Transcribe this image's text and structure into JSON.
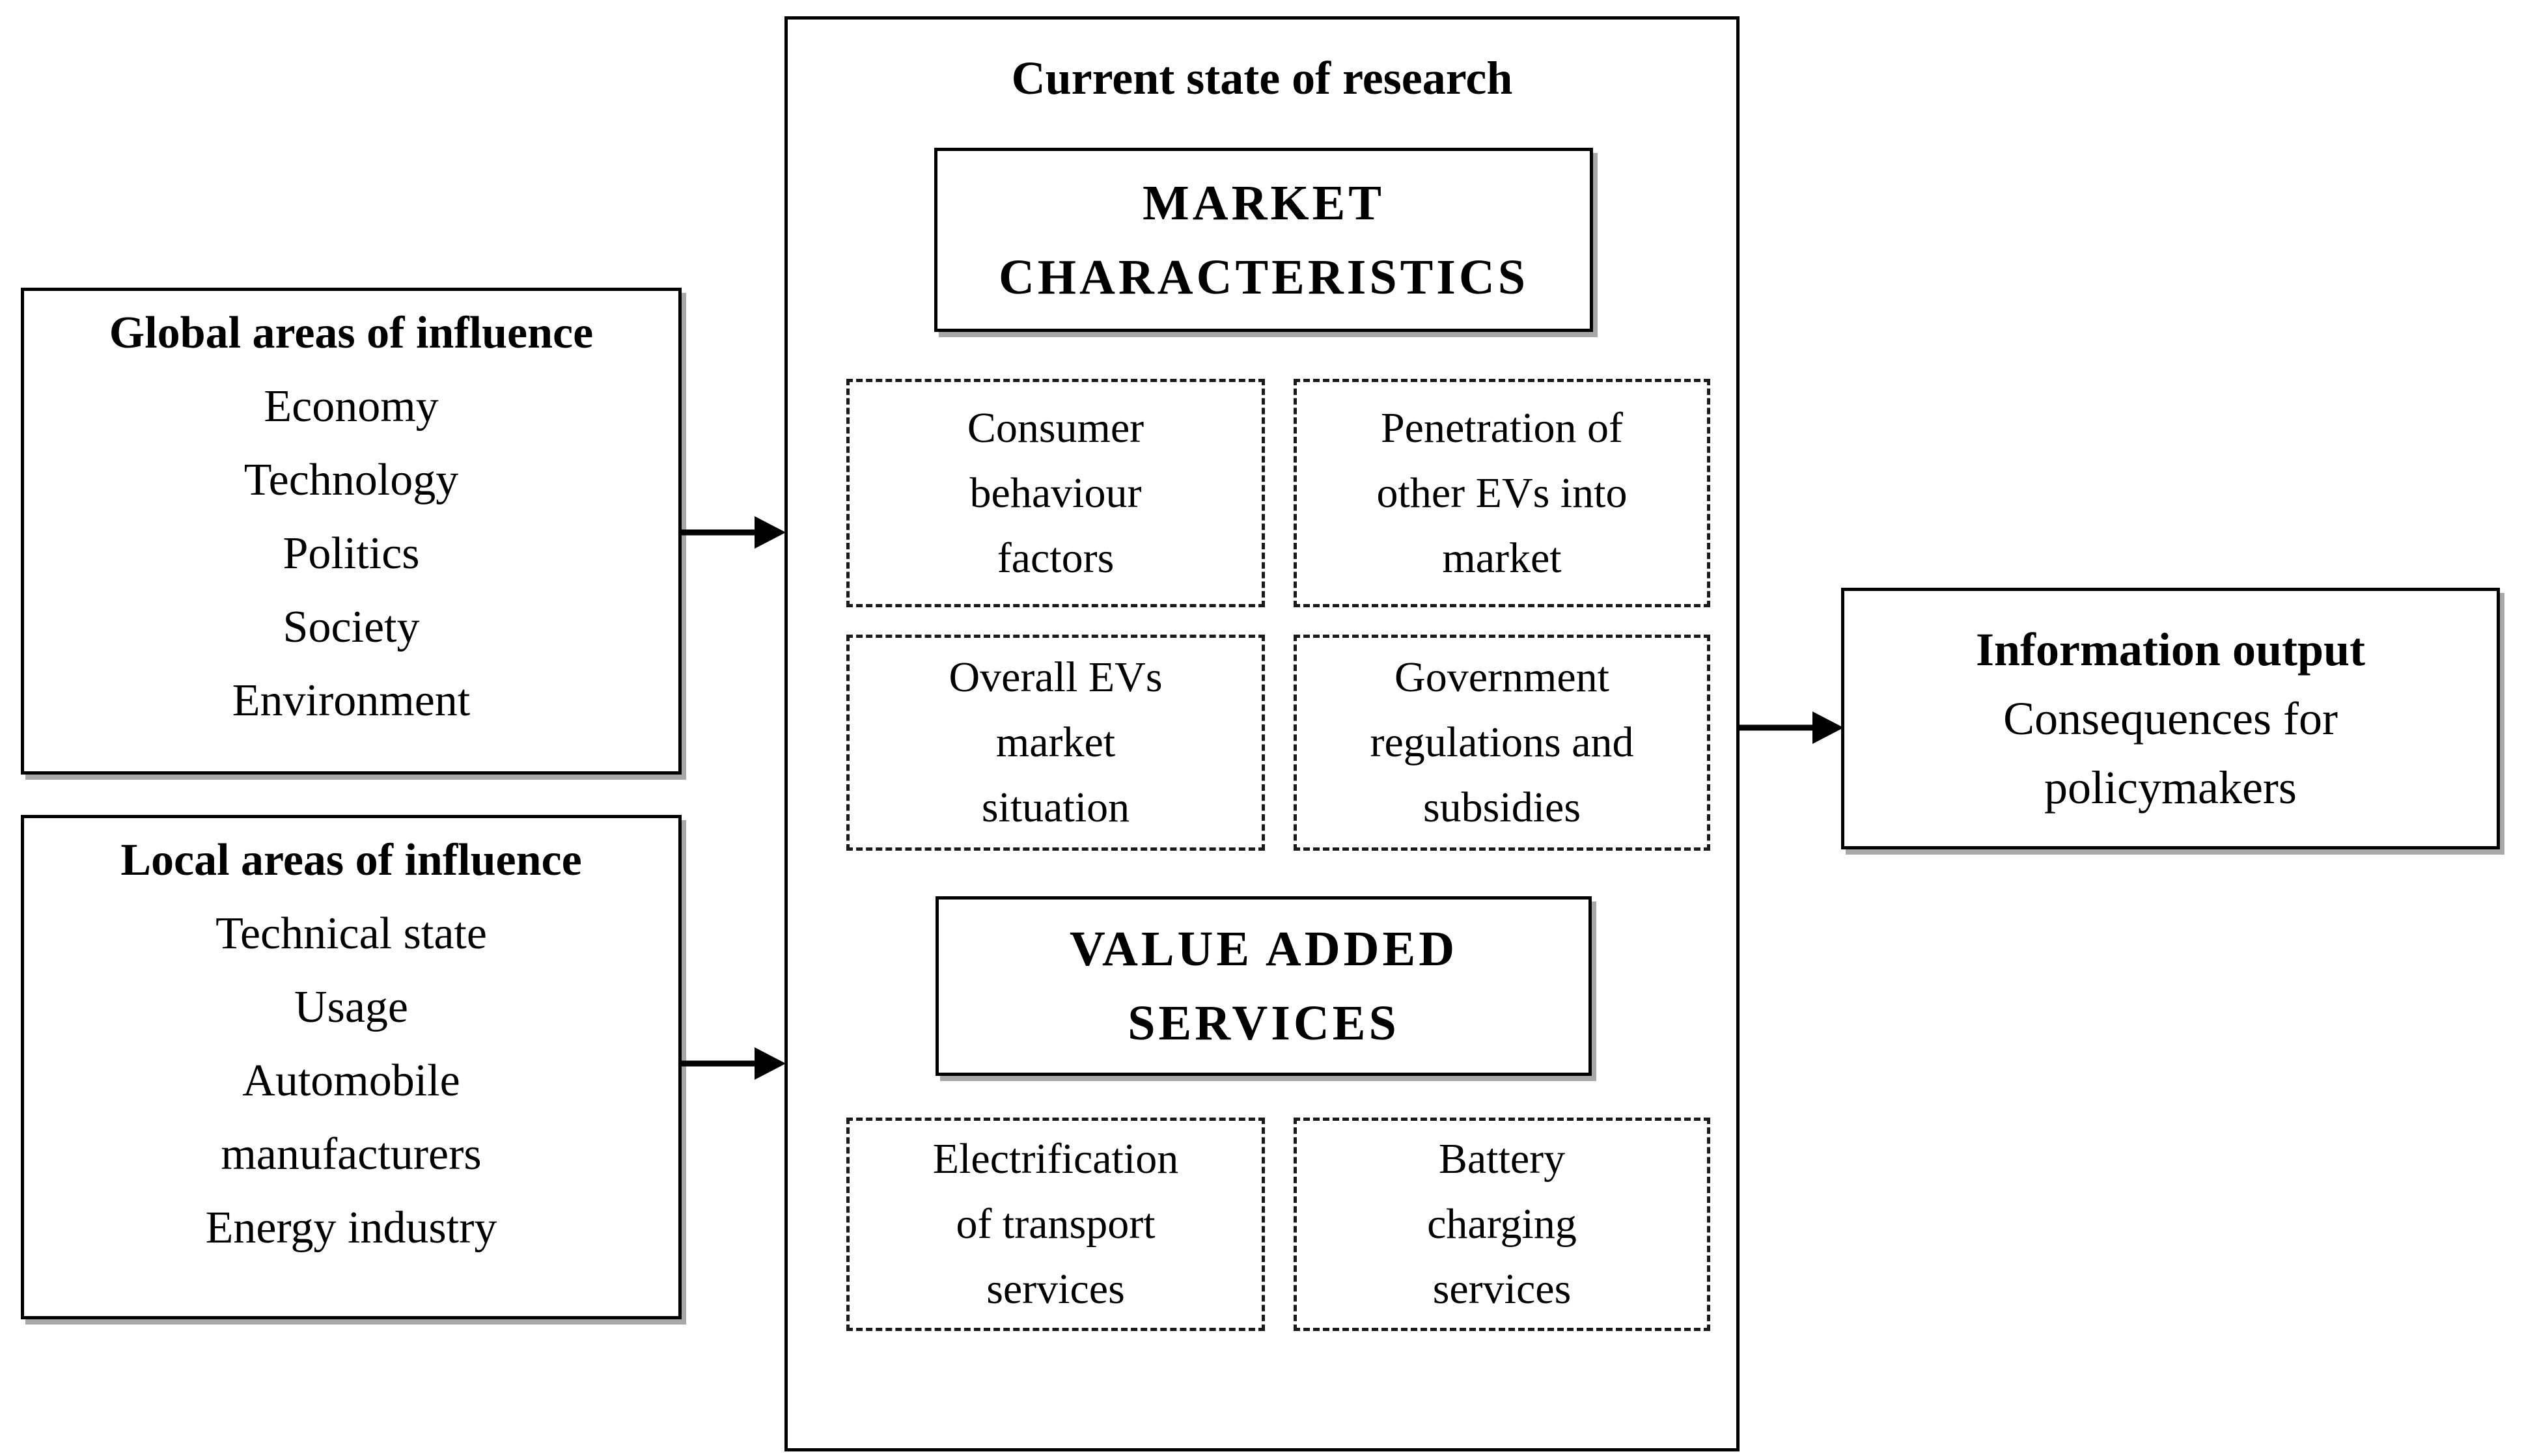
{
  "figure": {
    "background_color": "#ffffff",
    "line_color": "#000000",
    "shadow_color": "#a8a8a8",
    "global_box": {
      "title": "Global areas of influence",
      "lines": [
        "Economy",
        "Technology",
        "Politics",
        "Society",
        "Environment"
      ]
    },
    "local_box": {
      "title": "Local areas of influence",
      "lines": [
        "Technical state",
        "Usage",
        "Automobile",
        "manufacturers",
        "Energy industry"
      ]
    },
    "center_box": {
      "title": "Current state of research",
      "market_header": {
        "lines": [
          "MARKET",
          "CHARACTERISTICS"
        ]
      },
      "market_items": [
        {
          "lines": [
            "Consumer",
            "behaviour",
            "factors"
          ]
        },
        {
          "lines": [
            "Penetration of",
            "other EVs into",
            "market"
          ]
        },
        {
          "lines": [
            "Overall EVs",
            "market",
            "situation"
          ]
        },
        {
          "lines": [
            "Government",
            "regulations and",
            "subsidies"
          ]
        }
      ],
      "services_header": {
        "lines": [
          "VALUE ADDED",
          "SERVICES"
        ]
      },
      "services_items": [
        {
          "lines": [
            "Electrification",
            "of transport",
            "services"
          ]
        },
        {
          "lines": [
            "Battery",
            "charging",
            "services"
          ]
        }
      ]
    },
    "output_box": {
      "title": "Information output",
      "lines": [
        "Consequences for",
        "policymakers"
      ]
    }
  }
}
